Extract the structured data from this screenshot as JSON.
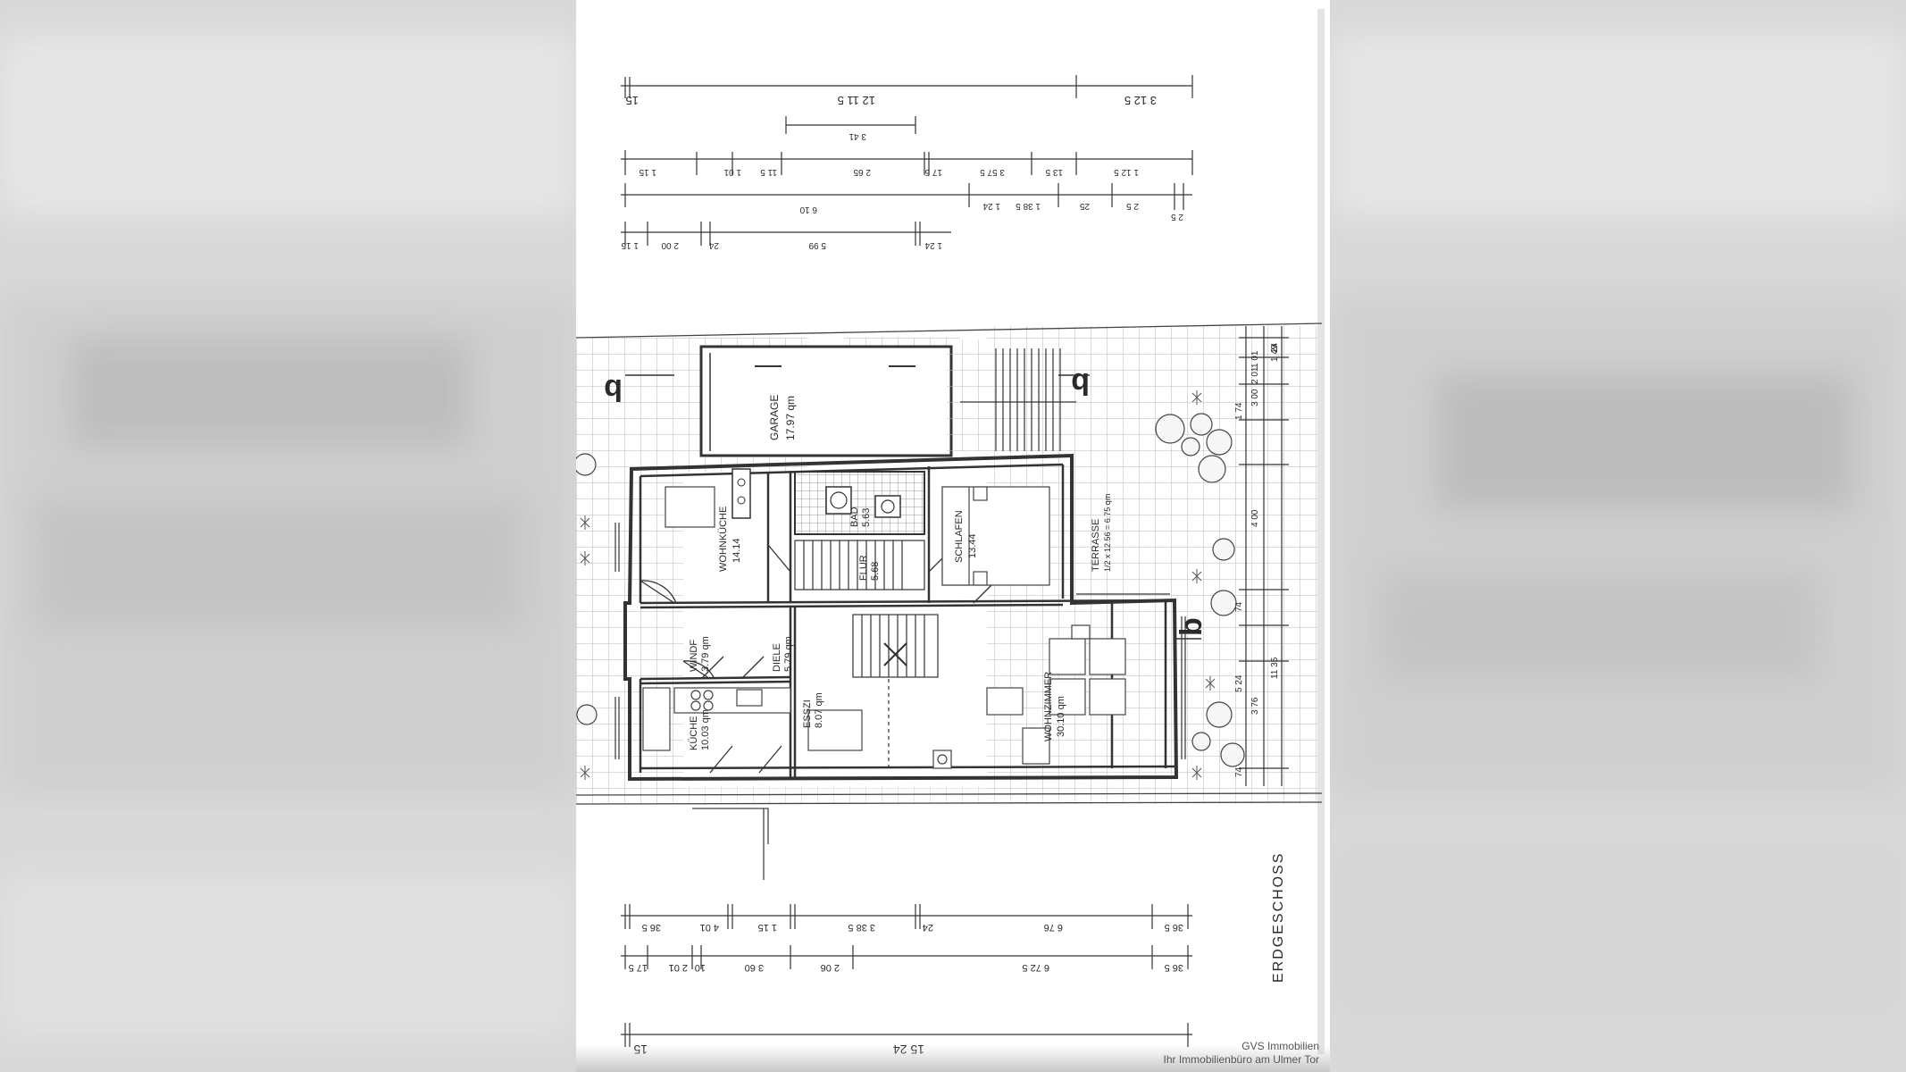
{
  "plan": {
    "floor_label": "ERDGESCHOSS",
    "section_marks": [
      "b",
      "b",
      "b"
    ],
    "rooms": [
      {
        "key": "garage",
        "name": "GARAGE",
        "area": "17.97 qm"
      },
      {
        "key": "wohnkueche",
        "name": "WOHNKÜCHE",
        "area": "14.14"
      },
      {
        "key": "bad",
        "name": "BAD",
        "area": "5.63"
      },
      {
        "key": "flur",
        "name": "FLUR",
        "area": "5.68"
      },
      {
        "key": "schlafen",
        "name": "SCHLAFEN",
        "area": "13.44"
      },
      {
        "key": "terrasse",
        "name": "TERRASSE",
        "area": "1/2 x 12.56 = 6.75 qm"
      },
      {
        "key": "windf",
        "name": "WINDF",
        "area": "3.79 qm"
      },
      {
        "key": "diele",
        "name": "DIELE",
        "area": "5.79 qm"
      },
      {
        "key": "wohnzimmer",
        "name": "WOHNZIMMER",
        "area": "30.10 qm"
      },
      {
        "key": "kueche",
        "name": "KÜCHE",
        "area": "10.03 qm"
      },
      {
        "key": "esszi",
        "name": "ESSZI",
        "area": "8.07 qm"
      }
    ],
    "dimensions": {
      "top_total": [
        "15",
        "12 11 5",
        "3 12 5"
      ],
      "top_row2": [
        "3 41"
      ],
      "top_row3": [
        "1 15",
        "1 01",
        "11 5",
        "2 65",
        "17 5",
        "3 57 5",
        "13 5",
        "1 12 5"
      ],
      "top_row4": [
        "6 10",
        "1 38 5",
        "1 24",
        "25",
        "2 5",
        "2 5"
      ],
      "top_row5": [
        "1 15",
        "2 00",
        "24",
        "5 99",
        "1 24"
      ],
      "bottom_row1": [
        "36 5",
        "4 01",
        "1 15",
        "3 38 5",
        "24",
        "6 76",
        "36 5"
      ],
      "bottom_row2": [
        "17 5",
        "2 01",
        "10",
        "3 60",
        "2 06",
        "6 72 5",
        "36 5"
      ],
      "bottom_total": [
        "15",
        "15 24"
      ],
      "right_side": [
        "1 49",
        "1 01",
        "2 01",
        "24",
        "3 00",
        "1 74",
        "4 00",
        "74",
        "5 24",
        "3 76",
        "11 35",
        "74"
      ]
    }
  },
  "watermark": {
    "line1": "GVS Immobilien",
    "line2": "Ihr Immobilienbüro am Ulmer Tor"
  }
}
